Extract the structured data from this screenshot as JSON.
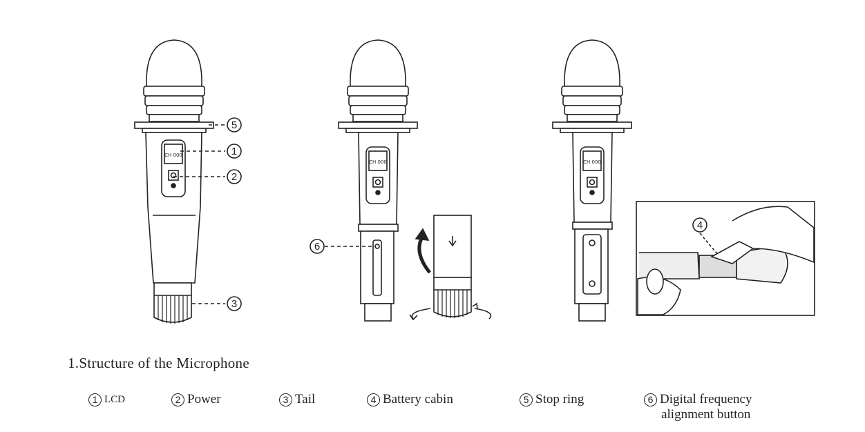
{
  "diagram": {
    "lcd_text": "CH 000",
    "callouts": [
      "1",
      "2",
      "3",
      "4",
      "5",
      "6"
    ]
  },
  "caption": {
    "title": "1.Structure of the Microphone"
  },
  "legend": [
    {
      "num": "1",
      "label": "LCD"
    },
    {
      "num": "2",
      "label": "Power"
    },
    {
      "num": "3",
      "label": "Tail"
    },
    {
      "num": "4",
      "label": "Battery cabin"
    },
    {
      "num": "5",
      "label": "Stop ring"
    },
    {
      "num": "6",
      "label": "Digital frequency",
      "label2": "alignment button"
    }
  ]
}
